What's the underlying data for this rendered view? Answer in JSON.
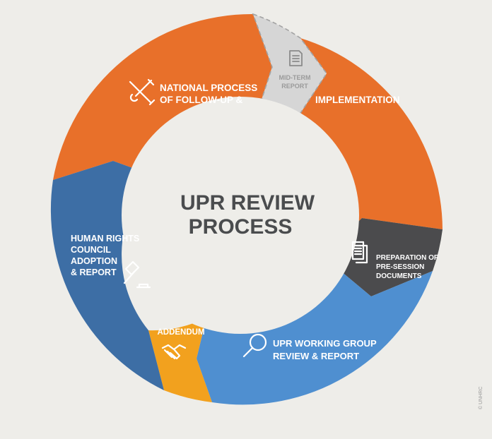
{
  "diagram": {
    "center": {
      "line1": "UPR REVIEW",
      "line2": "PROCESS"
    },
    "segments": [
      {
        "id": "implementation",
        "lines": [
          "IMPLEMENTATION"
        ],
        "color": "#e8702a",
        "icon": "none"
      },
      {
        "id": "preparation",
        "lines": [
          "PREPARATION OF",
          "PRE-SESSION",
          "DOCUMENTS"
        ],
        "color": "#4b4b4d",
        "icon": "documents-icon"
      },
      {
        "id": "working-group",
        "lines": [
          "UPR WORKING GROUP",
          "REVIEW & REPORT"
        ],
        "color": "#4f8fd0",
        "icon": "magnifier-icon"
      },
      {
        "id": "addendum",
        "lines": [
          "ADDENDUM"
        ],
        "color": "#f2a11e",
        "icon": "handshake-icon"
      },
      {
        "id": "hrc-adoption",
        "lines": [
          "HUMAN RIGHTS",
          "COUNCIL",
          "ADOPTION",
          "& REPORT"
        ],
        "color": "#3d6ea5",
        "icon": "gavel-icon"
      },
      {
        "id": "national-process",
        "lines": [
          "NATIONAL PROCESS",
          "OF FOLLOW-UP &"
        ],
        "color": "#e8702a",
        "icon": "tools-icon"
      },
      {
        "id": "mid-term",
        "lines": [
          "MID-TERM",
          "REPORT"
        ],
        "color": "#d6d6d6",
        "icon": "report-icon"
      }
    ],
    "credit": "© UNHRC"
  }
}
